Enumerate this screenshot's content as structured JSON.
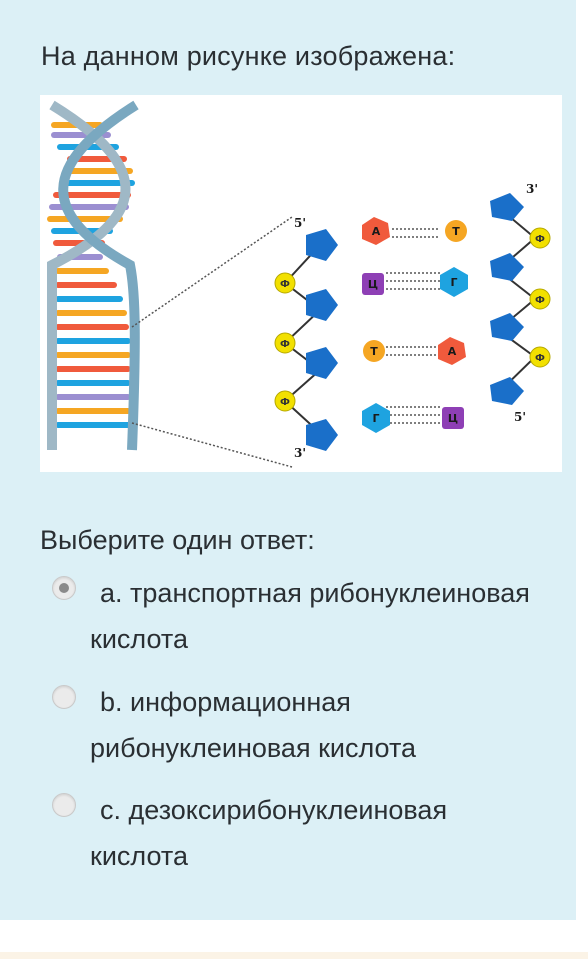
{
  "question": {
    "text": "На данном рисунке изображена:"
  },
  "figure": {
    "labels": {
      "five_prime_top": "5'",
      "three_prime_top": "3'",
      "five_prime_bottom": "5'",
      "three_prime_bottom": "3'",
      "phosphate": "Ф"
    },
    "pairs": [
      {
        "left": "А",
        "right": "Т"
      },
      {
        "left": "Ц",
        "right": "Г"
      },
      {
        "left": "Т",
        "right": "А"
      },
      {
        "left": "Г",
        "right": "Ц"
      }
    ],
    "colors": {
      "sugar": "#1a6fc9",
      "adenine": "#f05a3c",
      "thymine": "#f5a623",
      "cytosine": "#8e3fb5",
      "guanine": "#1ea3e0",
      "phosphate": "#f2e000"
    }
  },
  "prompt": {
    "text": "Выберите один ответ:"
  },
  "options": [
    {
      "letter": "a.",
      "text": "транспортная рибонуклеиновая кислота",
      "selected": true
    },
    {
      "letter": "b.",
      "text": "информационная рибонуклеиновая кислота",
      "selected": false
    },
    {
      "letter": "c.",
      "text": "дезоксирибонуклеиновая кислота",
      "selected": false
    }
  ]
}
